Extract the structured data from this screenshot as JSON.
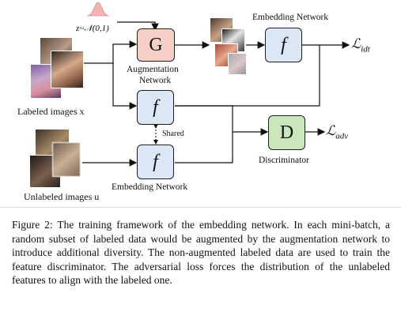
{
  "diagram": {
    "noise_label": "z~𝒩(0,1)",
    "augment_box": "G",
    "augment_label_line1": "Augmentation",
    "augment_label_line2": "Network",
    "embed_box_top": "f",
    "embed_box_mid": "f",
    "embed_box_bottom": "f",
    "embed_label_top": "Embedding Network",
    "embed_label_bottom": "Embedding Network",
    "shared_label": "Shared",
    "disc_box": "D",
    "disc_label": "Discriminator",
    "loss_idt": "ℒ",
    "loss_idt_sub": "idt",
    "loss_adv": "ℒ",
    "loss_adv_sub": "adv",
    "labeled_label": "Labeled images x",
    "unlabeled_label": "Unlabeled images u"
  },
  "caption": {
    "text": "Figure 2: The training framework of the embedding network. In each mini-batch, a random subset of labeled data would be augmented by the augmentation network to introduce additional diversity. The non-augmented labeled data are used to train the feature discriminator. The adversarial loss forces the distribution of the unlabeled features to align with the labeled one."
  },
  "colors": {
    "f_box": "#dbe7f4",
    "g_box": "#f7cfc6",
    "d_box": "#c9e6bd",
    "noise_curve": "#e8a0a0"
  }
}
